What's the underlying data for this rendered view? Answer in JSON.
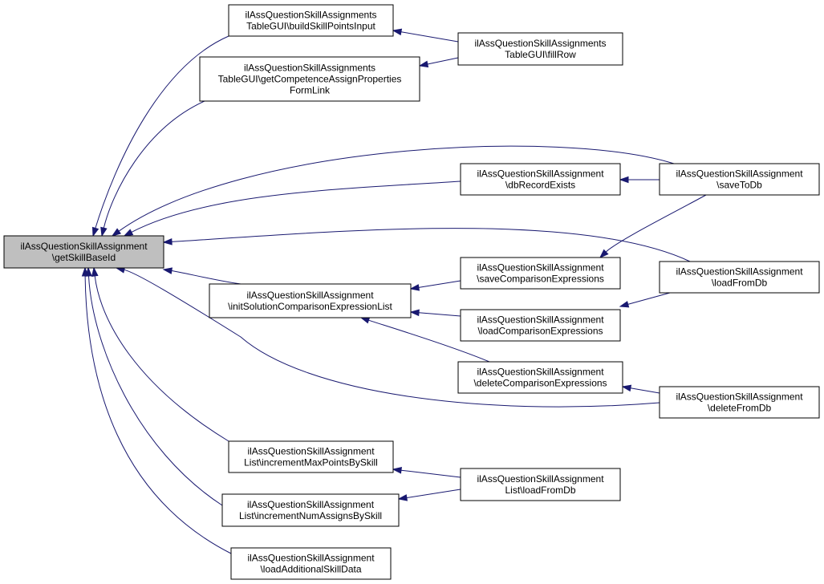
{
  "nodes": [
    {
      "id": "root",
      "lines": [
        "ilAssQuestionSkillAssignment",
        "\\getSkillBaseId"
      ],
      "highlighted": true
    },
    {
      "id": "buildSkillPointsInput",
      "lines": [
        "ilAssQuestionSkillAssignments",
        "TableGUI\\buildSkillPointsInput"
      ]
    },
    {
      "id": "getCompetenceAssignPropertiesFormLink",
      "lines": [
        "ilAssQuestionSkillAssignments",
        "TableGUI\\getCompetenceAssignProperties",
        "FormLink"
      ]
    },
    {
      "id": "fillRow",
      "lines": [
        "ilAssQuestionSkillAssignments",
        "TableGUI\\fillRow"
      ]
    },
    {
      "id": "dbRecordExists",
      "lines": [
        "ilAssQuestionSkillAssignment",
        "\\dbRecordExists"
      ]
    },
    {
      "id": "saveToDb",
      "lines": [
        "ilAssQuestionSkillAssignment",
        "\\saveToDb"
      ]
    },
    {
      "id": "initSolutionComparisonExpressionList",
      "lines": [
        "ilAssQuestionSkillAssignment",
        "\\initSolutionComparisonExpressionList"
      ]
    },
    {
      "id": "saveComparisonExpressions",
      "lines": [
        "ilAssQuestionSkillAssignment",
        "\\saveComparisonExpressions"
      ]
    },
    {
      "id": "loadFromDb",
      "lines": [
        "ilAssQuestionSkillAssignment",
        "\\loadFromDb"
      ]
    },
    {
      "id": "loadComparisonExpressions",
      "lines": [
        "ilAssQuestionSkillAssignment",
        "\\loadComparisonExpressions"
      ]
    },
    {
      "id": "deleteComparisonExpressions",
      "lines": [
        "ilAssQuestionSkillAssignment",
        "\\deleteComparisonExpressions"
      ]
    },
    {
      "id": "deleteFromDb",
      "lines": [
        "ilAssQuestionSkillAssignment",
        "\\deleteFromDb"
      ]
    },
    {
      "id": "incrementMaxPointsBySkill",
      "lines": [
        "ilAssQuestionSkillAssignment",
        "List\\incrementMaxPointsBySkill"
      ]
    },
    {
      "id": "listLoadFromDb",
      "lines": [
        "ilAssQuestionSkillAssignment",
        "List\\loadFromDb"
      ]
    },
    {
      "id": "incrementNumAssignsBySkill",
      "lines": [
        "ilAssQuestionSkillAssignment",
        "List\\incrementNumAssignsBySkill"
      ]
    },
    {
      "id": "loadAdditionalSkillData",
      "lines": [
        "ilAssQuestionSkillAssignment",
        "\\loadAdditionalSkillData"
      ]
    }
  ],
  "edges": [
    {
      "from": "buildSkillPointsInput",
      "to": "root"
    },
    {
      "from": "getCompetenceAssignPropertiesFormLink",
      "to": "root"
    },
    {
      "from": "saveToDb",
      "to": "root"
    },
    {
      "from": "dbRecordExists",
      "to": "root"
    },
    {
      "from": "loadFromDb",
      "to": "root"
    },
    {
      "from": "initSolutionComparisonExpressionList",
      "to": "root"
    },
    {
      "from": "deleteFromDb",
      "to": "root"
    },
    {
      "from": "incrementMaxPointsBySkill",
      "to": "root"
    },
    {
      "from": "incrementNumAssignsBySkill",
      "to": "root"
    },
    {
      "from": "loadAdditionalSkillData",
      "to": "root"
    },
    {
      "from": "fillRow",
      "to": "buildSkillPointsInput"
    },
    {
      "from": "fillRow",
      "to": "getCompetenceAssignPropertiesFormLink"
    },
    {
      "from": "saveToDb",
      "to": "dbRecordExists"
    },
    {
      "from": "saveComparisonExpressions",
      "to": "initSolutionComparisonExpressionList"
    },
    {
      "from": "loadComparisonExpressions",
      "to": "initSolutionComparisonExpressionList"
    },
    {
      "from": "deleteComparisonExpressions",
      "to": "initSolutionComparisonExpressionList"
    },
    {
      "from": "saveToDb",
      "to": "saveComparisonExpressions"
    },
    {
      "from": "loadFromDb",
      "to": "loadComparisonExpressions"
    },
    {
      "from": "deleteFromDb",
      "to": "deleteComparisonExpressions"
    },
    {
      "from": "listLoadFromDb",
      "to": "incrementMaxPointsBySkill"
    },
    {
      "from": "listLoadFromDb",
      "to": "incrementNumAssignsBySkill"
    }
  ],
  "colors": {
    "edge": "#191970",
    "root_fill": "#bfbfbf",
    "node_fill": "#ffffff",
    "border": "#000000"
  }
}
